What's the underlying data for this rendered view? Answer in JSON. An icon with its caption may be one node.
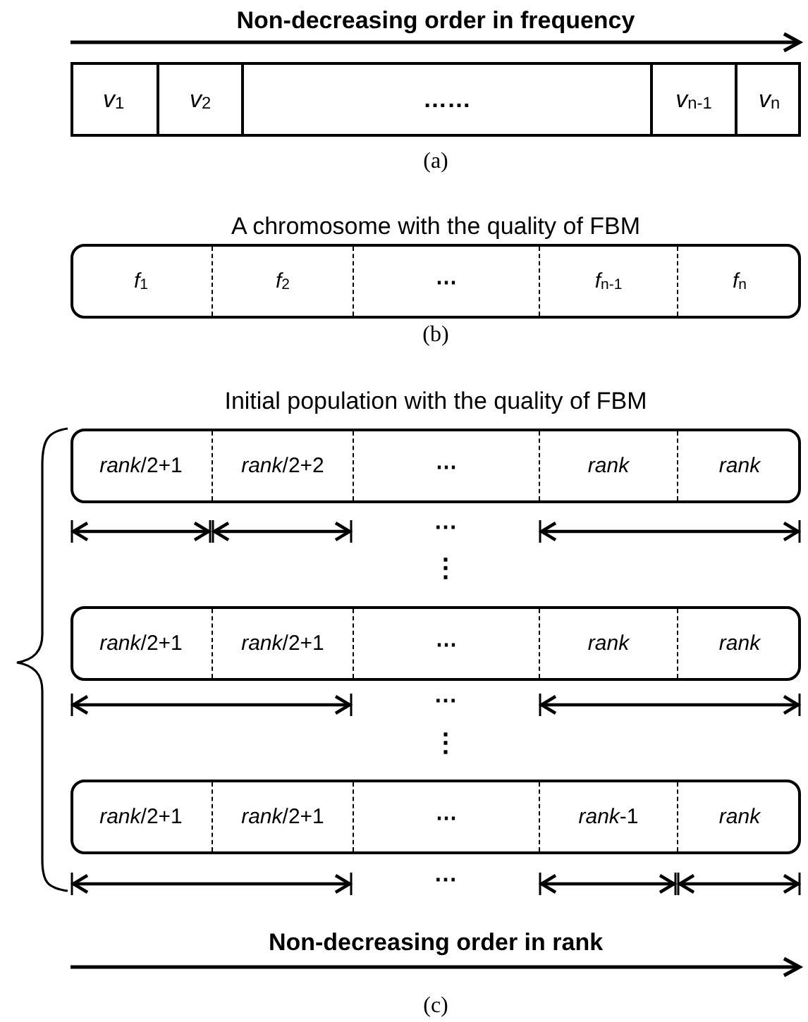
{
  "diagram": {
    "nodes": [
      {
        "text": [],
        "shape": "box"
      },
      {
        "text": [
          "*v*$_{1}$"
        ],
        "in": 0
      },
      {
        "text": [
          "*v*$_{2}$"
        ],
        "in": 0
      },
      {
        "text": [
          "……"
        ],
        "in": 0
      },
      {
        "text": [
          "*v*$_{n-1}$"
        ],
        "in": 0
      },
      {
        "text": [
          "*v*$_{n}$"
        ],
        "in": 0
      },
      {
        "text": [
          "A chromosome with the quality of FBM"
        ]
      },
      {
        "text": [
          "*f*$_{1}$"
        ],
        "in": 6
      },
      {
        "text": [
          "*f*$_{2}$"
        ],
        "in": 6
      },
      {
        "text": [
          "⋯"
        ],
        "in": 6
      },
      {
        "text": [
          "*f*$_{n-1}$"
        ],
        "in": 6
      },
      {
        "text": [
          "*f*$_{n}$"
        ],
        "in": 6
      },
      {
        "text": [],
        "shape": "box"
      },
      {
        "text": [
          "*rank*/2+1"
        ],
        "in": 12
      },
      {
        "text": [
          "*rank*/2+2"
        ],
        "in": 12
      },
      {
        "text": [
          "⋯"
        ],
        "in": 12
      },
      {
        "text": [
          "*rank*"
        ],
        "in": 12
      },
      {
        "text": [
          "*rank*"
        ],
        "in": 12
      },
      {
        "text": [],
        "shape": "box"
      },
      {
        "text": [
          "*rank*/2+1"
        ],
        "in": 18
      },
      {
        "text": [
          "*rank*/2+1"
        ],
        "in": 18
      },
      {
        "text": [
          "⋯"
        ],
        "in": 18
      },
      {
        "text": [
          "*rank*"
        ],
        "in": 18
      },
      {
        "text": [
          "*rank*"
        ],
        "in": 18
      },
      {
        "text": [],
        "shape": "box"
      },
      {
        "text": [
          "*rank*/2+1"
        ],
        "in": 24
      },
      {
        "text": [
          "*rank*/2+1"
        ],
        "in": 24
      },
      {
        "text": [
          "⋯"
        ],
        "in": 24
      },
      {
        "text": [
          "*rank*-1"
        ],
        "in": 24
      },
      {
        "text": [
          "*rank*"
        ],
        "in": 24
      }
    ],
    "edges": [],
    "labels": [
      "Non-decreasing order in frequency",
      "(a)",
      "(b)",
      "Initial population with the quality of FBM",
      "⋯",
      "⋮",
      "⋯",
      "⋮",
      "⋯",
      "Non-decreasing order in rank",
      "(c)"
    ]
  }
}
